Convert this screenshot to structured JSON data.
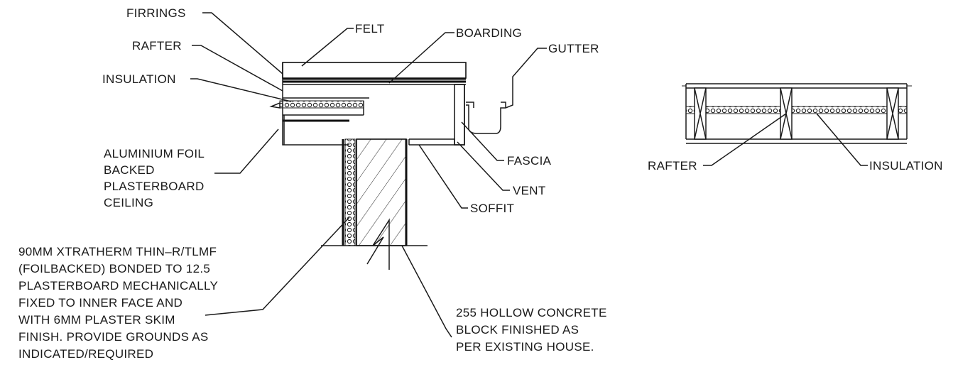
{
  "section_labels": {
    "firrings": "FIRRINGS",
    "felt": "FELT",
    "boarding": "BOARDING",
    "gutter": "GUTTER",
    "rafter": "RAFTER",
    "insulation": "INSULATION",
    "ceiling": [
      "ALUMINIUM FOIL",
      "BACKED",
      "PLASTERBOARD",
      "CEILING"
    ],
    "fascia": "FASCIA",
    "vent": "VENT",
    "soffit": "SOFFIT",
    "wall_lining": [
      "90MM XTRATHERM THIN–R/TLMF",
      "(FOILBACKED) BONDED TO 12.5",
      "PLASTERBOARD MECHANICALLY",
      "FIXED  TO INNER FACE AND",
      "WITH 6MM PLASTER SKIM",
      "FINISH. PROVIDE GROUNDS AS",
      "INDICATED/REQUIRED"
    ],
    "block": [
      "255 HOLLOW CONCRETE",
      "BLOCK FINISHED AS",
      "PER EXISTING HOUSE."
    ]
  },
  "plan_labels": {
    "rafter": "RAFTER",
    "insulation": "INSULATION"
  }
}
